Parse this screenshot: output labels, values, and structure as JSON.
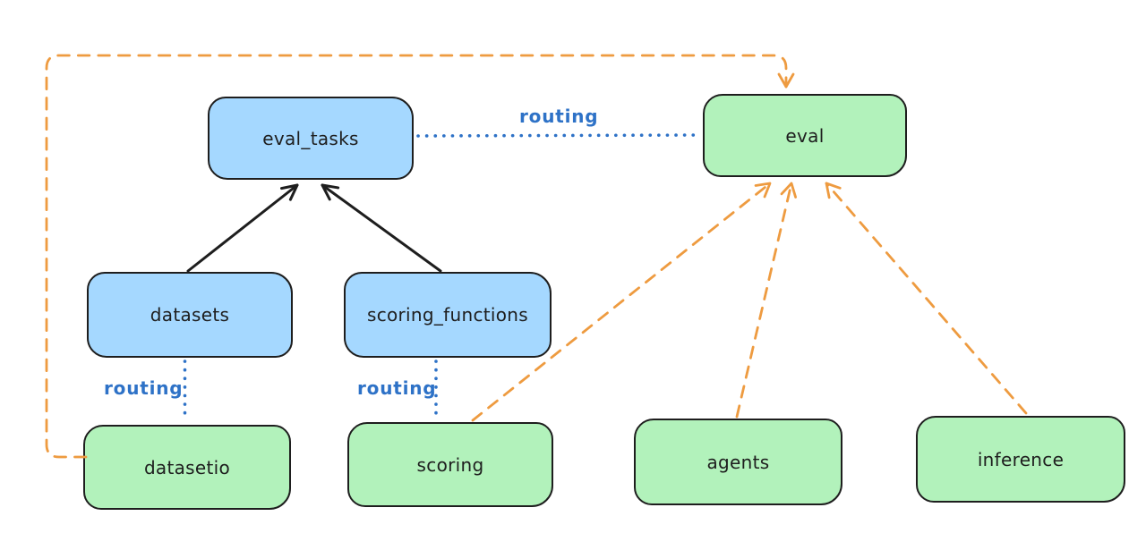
{
  "diagram": {
    "background": "#ffffff",
    "colors": {
      "registry_box_fill": "#a5d8ff",
      "provider_box_fill": "#b2f2bb",
      "box_stroke": "#1e1e1e",
      "text": "#1e1e1e",
      "routing_blue": "#2e72c7",
      "dependency_orange": "#ee9b40"
    },
    "nodes": [
      {
        "id": "eval_tasks",
        "label": "eval_tasks",
        "kind": "blue"
      },
      {
        "id": "eval",
        "label": "eval",
        "kind": "green"
      },
      {
        "id": "datasets",
        "label": "datasets",
        "kind": "blue"
      },
      {
        "id": "scoring_functions",
        "label": "scoring_functions",
        "kind": "blue"
      },
      {
        "id": "datasetio",
        "label": "datasetio",
        "kind": "green"
      },
      {
        "id": "scoring",
        "label": "scoring",
        "kind": "green"
      },
      {
        "id": "agents",
        "label": "agents",
        "kind": "green"
      },
      {
        "id": "inference",
        "label": "inference",
        "kind": "green"
      }
    ],
    "edges": [
      {
        "from": "datasets",
        "to": "eval_tasks",
        "style": "solid",
        "arrow": true,
        "label": ""
      },
      {
        "from": "scoring_functions",
        "to": "eval_tasks",
        "style": "solid",
        "arrow": true,
        "label": ""
      },
      {
        "from": "eval_tasks",
        "to": "eval",
        "style": "dotted",
        "arrow": false,
        "label": "routing"
      },
      {
        "from": "datasets",
        "to": "datasetio",
        "style": "dotted",
        "arrow": false,
        "label": "routing"
      },
      {
        "from": "scoring_functions",
        "to": "scoring",
        "style": "dotted",
        "arrow": false,
        "label": "routing"
      },
      {
        "from": "datasetio",
        "to": "eval",
        "style": "dashed",
        "arrow": true,
        "label": ""
      },
      {
        "from": "scoring",
        "to": "eval",
        "style": "dashed",
        "arrow": true,
        "label": ""
      },
      {
        "from": "agents",
        "to": "eval",
        "style": "dashed",
        "arrow": true,
        "label": ""
      },
      {
        "from": "inference",
        "to": "eval",
        "style": "dashed",
        "arrow": true,
        "label": ""
      }
    ]
  }
}
